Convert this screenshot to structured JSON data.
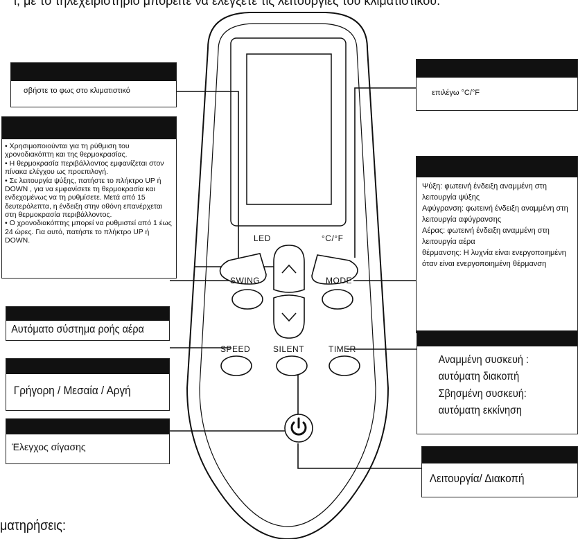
{
  "header_fragment": "ι, με το τηλεχειριστήριο μπορείτε να ελέγξετε τις λειτουργίες του κλιματιστικού.",
  "remote": {
    "buttons": {
      "led": "LED",
      "celsius": "°C/°F",
      "swing": "SWING",
      "mode": "MODE",
      "speed": "SPEED",
      "silent": "SILENT",
      "timer": "TIMER"
    },
    "icons": {
      "up": "chevron-up-icon",
      "down": "chevron-down-icon",
      "power": "power-icon"
    }
  },
  "callouts": {
    "led": "σβήστε το φως στο κλιματιστικό",
    "temp_unit": "επιλέγω   °C/°F",
    "updown": "• Χρησιμοποιούνται για τη ρύθμιση του χρονοδιακόπτη και της θερμοκρασίας.\n• Η θερμοκρασία περιβάλλοντος εμφανίζεται στον πίνακα ελέγχου ως προεπιλογή.\n• Σε λειτουργία ψύξης, πατήστε το πλήκτρο UP ή DOWN , για να εμφανίσετε τη θερμοκρασία και ενδεχομένως να τη ρυθμίσετε. Μετά από 15 δευτερόλεπτα, η ένδειξη στην οθόνη επανέρχεται στη θερμοκρασία περιβάλλοντος.\n• Ο χρονοδιακόπτης μπορεί να ρυθμιστεί από 1 έως 24 ώρες. Για αυτό, πατήστε το πλήκτρο UP ή DOWN.",
    "mode": "Ψύξη: φωτεινή ένδειξη αναμμένη στη λειτουργία ψύξης\nΑφύγρανση: φωτεινή ένδειξη αναμμένη στη λειτουργία αφύγρανσης\nΑέρας: φωτεινή ένδειξη αναμμένη στη λειτουργία αέρα\nθέρμανσης: Η λυχνία είναι ενεργοποιημένη όταν είναι ενεργοποιημένη θέρμανση",
    "swing": "Αυτόματο σύστημα ροής αέρα",
    "speed": "Γρήγορη / Μεσαία / Αργή",
    "timer": "Αναμμένη συσκευή :\nαυτόματη διακοπή\nΣβησμένη συσκευή:\nαυτόματη εκκίνηση",
    "silent": "Έλεγχος σίγασης",
    "power": "Λειτουργία/ Διακοπή"
  },
  "notes_title": "ματηρήσεις:"
}
